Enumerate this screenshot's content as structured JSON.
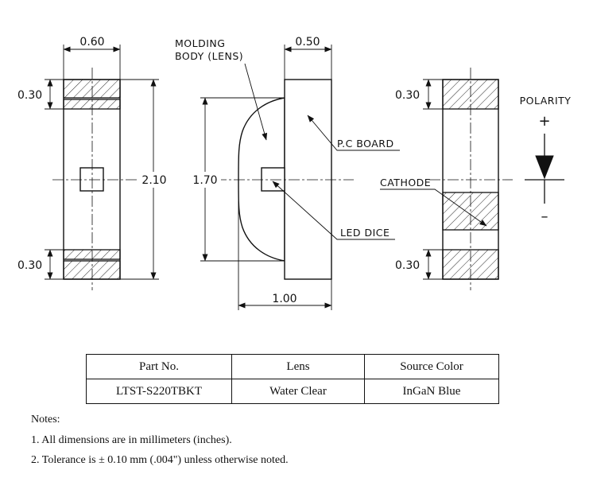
{
  "dimensions": {
    "front_width": "0.60",
    "front_top_band": "0.30",
    "front_bottom_band": "0.30",
    "total_length": "2.10",
    "lens_height": "1.70",
    "board_width": "0.50",
    "total_depth": "1.00",
    "back_top_band": "0.30",
    "back_bottom_band": "0.30"
  },
  "callouts": {
    "molding_body_line1": "MOLDING",
    "molding_body_line2": "BODY (LENS)",
    "pc_board": "P.C BOARD",
    "led_dice": "LED DICE",
    "cathode": "CATHODE",
    "polarity": "POLARITY",
    "plus": "+",
    "minus": "–"
  },
  "table": {
    "headers": [
      "Part No.",
      "Lens",
      "Source Color"
    ],
    "rows": [
      [
        "LTST-S220TBKT",
        "Water Clear",
        "InGaN Blue"
      ]
    ]
  },
  "notes": {
    "title": "Notes:",
    "items": [
      "1. All dimensions are in millimeters (inches).",
      "2. Tolerance is ± 0.10 mm (.004\") unless otherwise noted."
    ]
  }
}
